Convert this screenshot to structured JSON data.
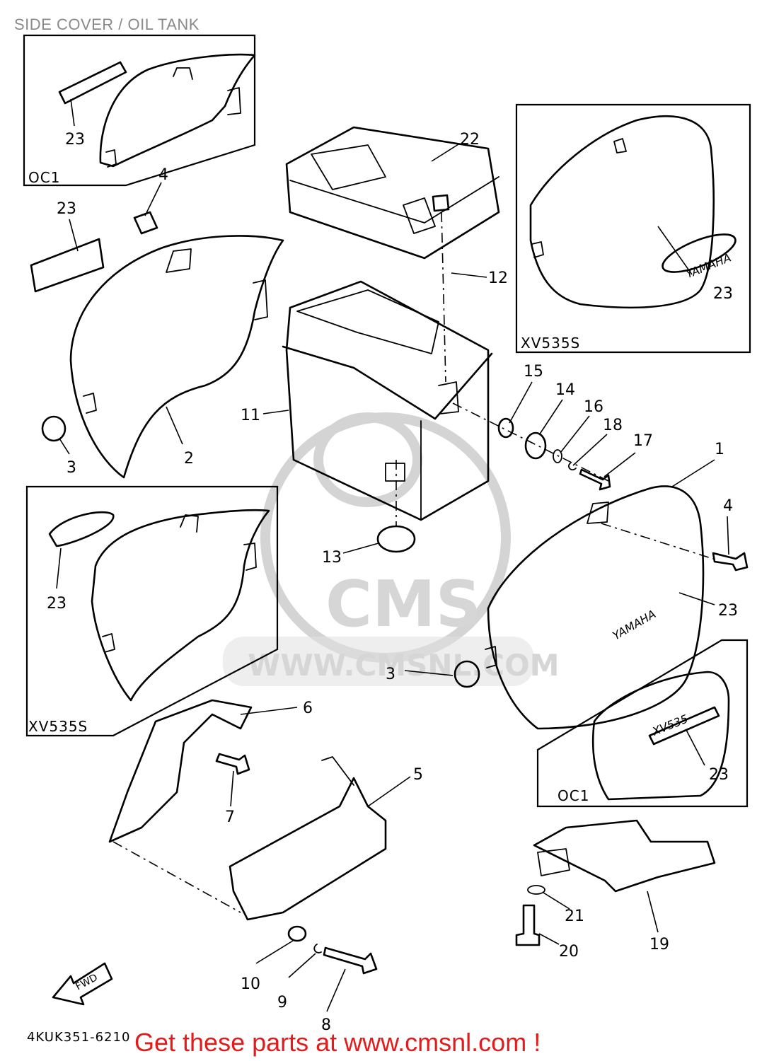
{
  "title": "SIDE COVER / OIL TANK",
  "diagram_code": "4KUK351-6210",
  "cta_text": "Get these parts at www.cmsnl.com !",
  "watermark": {
    "logo": "CMS",
    "url": "WWW.CMSNL.COM"
  },
  "variant_tags": {
    "top_left": "OC1",
    "top_right": "XV535S",
    "mid_left": "XV535S",
    "bottom_right": "OC1"
  },
  "emblems": {
    "yamaha_small": "YAMAHA",
    "yamaha_large": "YAMAHA",
    "xv535": "XV535"
  },
  "fwd_arrow": "FWD",
  "callouts": {
    "c1": "1",
    "c2": "2",
    "c3a": "3",
    "c3b": "3",
    "c4a": "4",
    "c4b": "4",
    "c5": "5",
    "c6": "6",
    "c7": "7",
    "c8": "8",
    "c9": "9",
    "c10": "10",
    "c11": "11",
    "c12": "12",
    "c13": "13",
    "c14": "14",
    "c15": "15",
    "c16": "16",
    "c17": "17",
    "c18": "18",
    "c19": "19",
    "c20": "20",
    "c21": "21",
    "c22": "22",
    "c23a": "23",
    "c23b": "23",
    "c23c": "23",
    "c23d": "23",
    "c23e": "23",
    "c23f": "23"
  },
  "colors": {
    "cta": "#e31b1b",
    "title": "#8a8a8a",
    "line": "#000000",
    "watermark": "#d6d6d6"
  }
}
